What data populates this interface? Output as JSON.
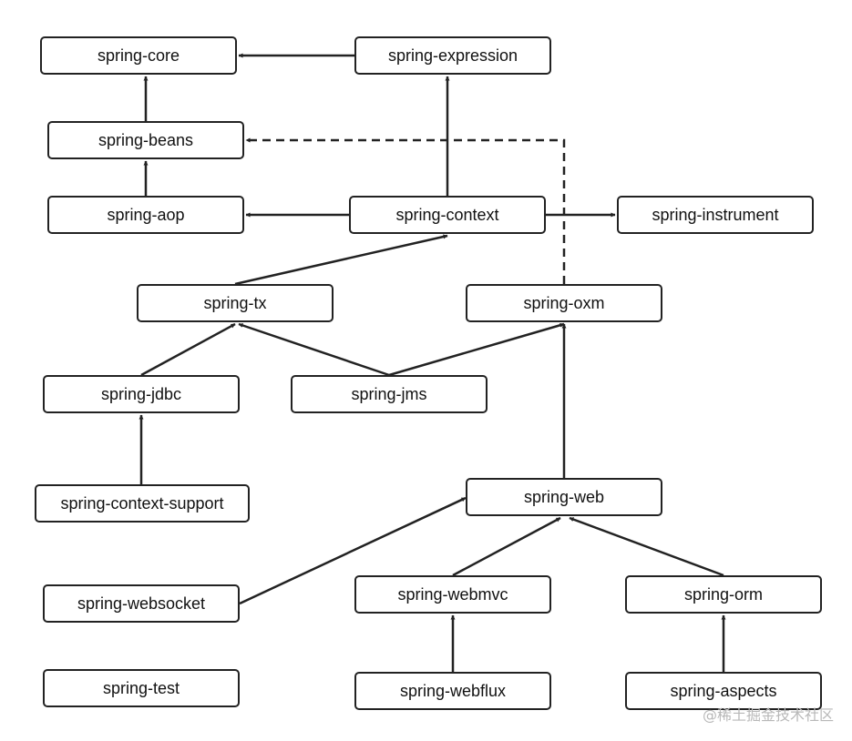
{
  "diagram": {
    "nodes": [
      {
        "id": "core",
        "label": "spring-core"
      },
      {
        "id": "expression",
        "label": "spring-expression"
      },
      {
        "id": "beans",
        "label": "spring-beans"
      },
      {
        "id": "aop",
        "label": "spring-aop"
      },
      {
        "id": "context",
        "label": "spring-context"
      },
      {
        "id": "instrument",
        "label": "spring-instrument"
      },
      {
        "id": "tx",
        "label": "spring-tx"
      },
      {
        "id": "oxm",
        "label": "spring-oxm"
      },
      {
        "id": "jdbc",
        "label": "spring-jdbc"
      },
      {
        "id": "jms",
        "label": "spring-jms"
      },
      {
        "id": "context_support",
        "label": "spring-context-support"
      },
      {
        "id": "web",
        "label": "spring-web"
      },
      {
        "id": "websocket",
        "label": "spring-websocket"
      },
      {
        "id": "webmvc",
        "label": "spring-webmvc"
      },
      {
        "id": "orm",
        "label": "spring-orm"
      },
      {
        "id": "test",
        "label": "spring-test"
      },
      {
        "id": "webflux",
        "label": "spring-webflux"
      },
      {
        "id": "aspects",
        "label": "spring-aspects"
      }
    ],
    "edges": [
      {
        "from": "expression",
        "to": "core",
        "style": "solid"
      },
      {
        "from": "beans",
        "to": "core",
        "style": "solid"
      },
      {
        "from": "aop",
        "to": "beans",
        "style": "solid"
      },
      {
        "from": "context",
        "to": "expression",
        "style": "solid"
      },
      {
        "from": "context",
        "to": "aop",
        "style": "solid"
      },
      {
        "from": "context",
        "to": "instrument",
        "style": "solid"
      },
      {
        "from": "tx",
        "to": "context",
        "style": "solid"
      },
      {
        "from": "oxm",
        "to": "beans",
        "style": "dashed"
      },
      {
        "from": "jdbc",
        "to": "tx",
        "style": "solid"
      },
      {
        "from": "jms",
        "to": "tx",
        "style": "solid"
      },
      {
        "from": "jms",
        "to": "oxm",
        "style": "solid"
      },
      {
        "from": "context_support",
        "to": "jdbc",
        "style": "solid"
      },
      {
        "from": "web",
        "to": "oxm",
        "style": "solid"
      },
      {
        "from": "websocket",
        "to": "web",
        "style": "solid"
      },
      {
        "from": "webmvc",
        "to": "web",
        "style": "solid"
      },
      {
        "from": "orm",
        "to": "web",
        "style": "solid"
      },
      {
        "from": "webflux",
        "to": "webmvc",
        "style": "solid"
      },
      {
        "from": "aspects",
        "to": "orm",
        "style": "solid"
      }
    ]
  },
  "watermark": "@稀土掘金技术社区"
}
